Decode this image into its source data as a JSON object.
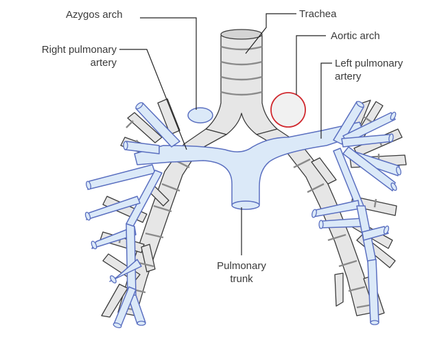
{
  "labels": {
    "trachea": "Trachea",
    "azygos_arch": "Azygos arch",
    "aortic_arch": "Aortic arch",
    "right_pulmonary_artery": [
      "Right pulmonary",
      "artery"
    ],
    "left_pulmonary_artery": [
      "Left pulmonary",
      "artery"
    ],
    "pulmonary_trunk": [
      "Pulmonary",
      "trunk"
    ]
  },
  "colors": {
    "artery_fill": "#dbe9f8",
    "artery_stroke": "#5a6fc0",
    "airway_fill": "#e6e6e6",
    "airway_ring": "#8a8a8a",
    "airway_stroke": "#3a3a3a",
    "aortic_arch_stroke": "#d0282e",
    "aortic_arch_fill": "#f1f1f1",
    "azygos_fill": "#dbe9f8",
    "leader_line": "#222222"
  }
}
